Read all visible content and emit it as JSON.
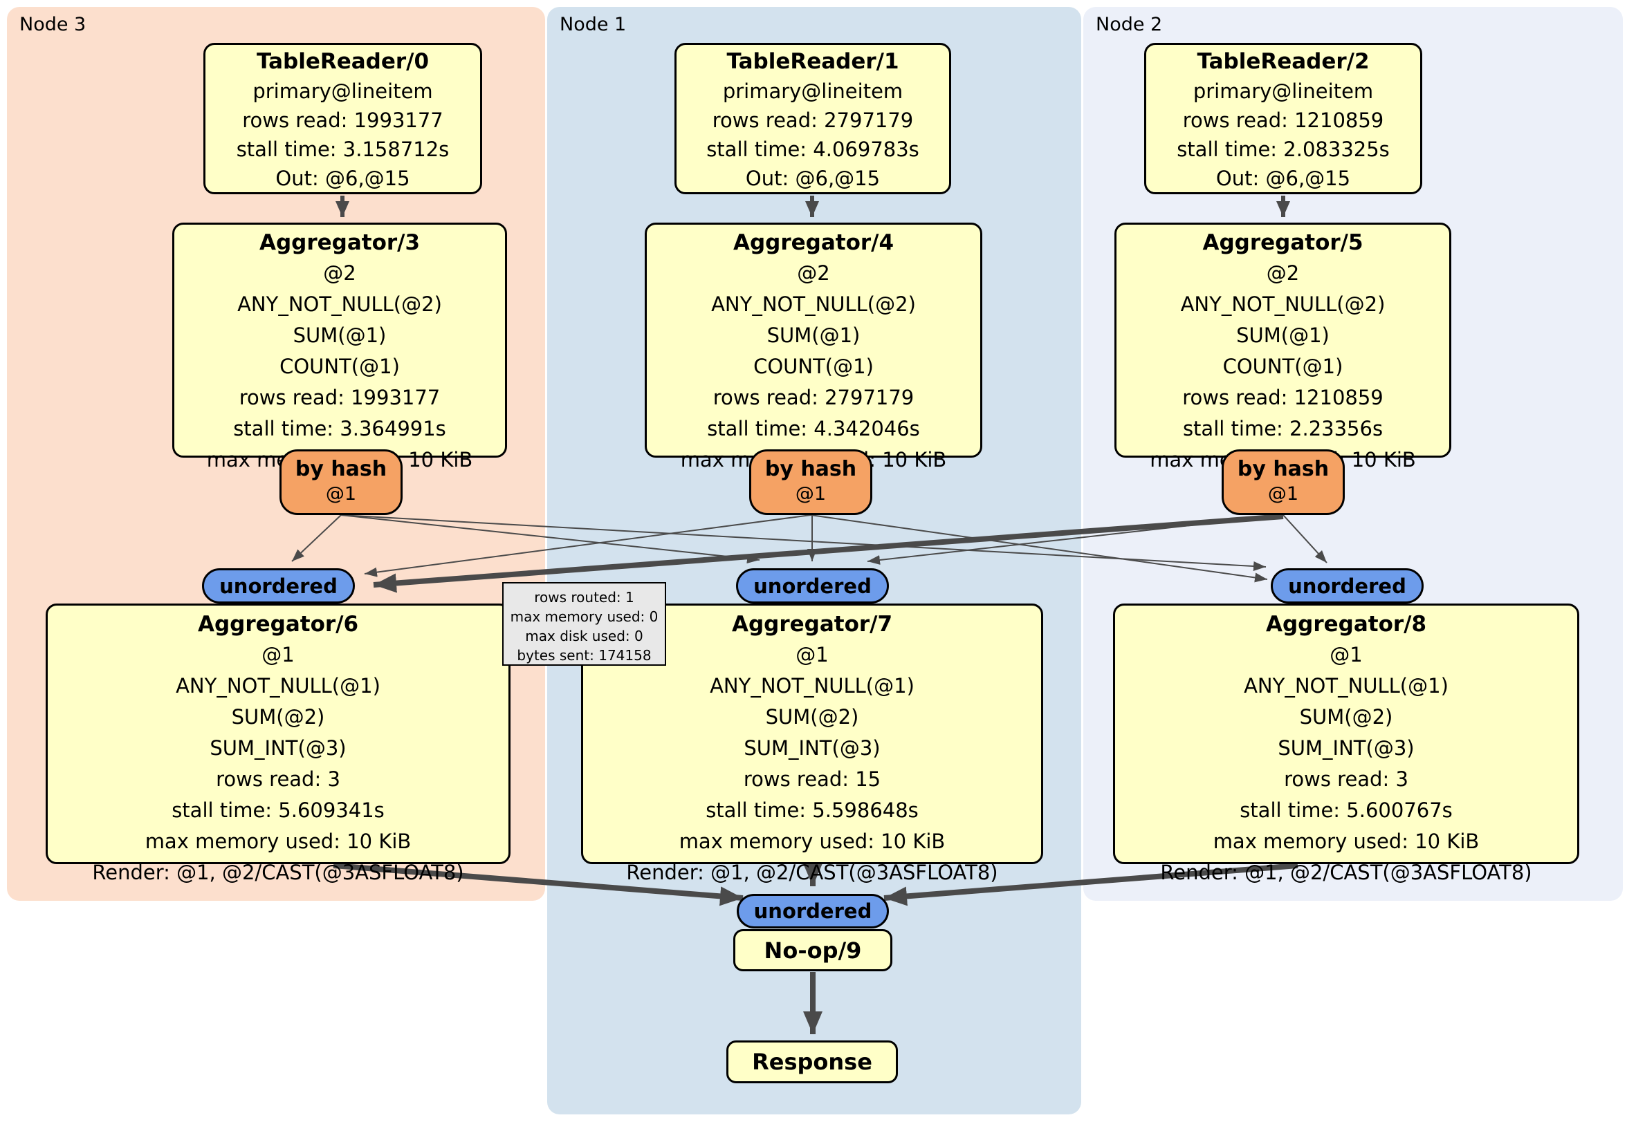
{
  "panels": {
    "node3": {
      "label": "Node 3"
    },
    "node1": {
      "label": "Node 1"
    },
    "node2": {
      "label": "Node 2"
    }
  },
  "colors": {
    "node3_bg": "#fcdfcd",
    "node1_bg": "#d3e2ee",
    "node2_bg": "#ecf0f9",
    "box_bg": "#ffffc8",
    "router_bg": "#f5a264",
    "sync_bg": "#6d9ceb",
    "edge": "#4a4a4a",
    "tooltip_bg": "#e8e8e8"
  },
  "boxes": {
    "tr0": {
      "title": "TableReader/0",
      "lines": [
        "primary@lineitem",
        "rows read: 1993177",
        "stall time: 3.158712s",
        "Out: @6,@15"
      ]
    },
    "tr1": {
      "title": "TableReader/1",
      "lines": [
        "primary@lineitem",
        "rows read: 2797179",
        "stall time: 4.069783s",
        "Out: @6,@15"
      ]
    },
    "tr2": {
      "title": "TableReader/2",
      "lines": [
        "primary@lineitem",
        "rows read: 1210859",
        "stall time: 2.083325s",
        "Out: @6,@15"
      ]
    },
    "agg3": {
      "title": "Aggregator/3",
      "lines": [
        "@2",
        "ANY_NOT_NULL(@2)",
        "SUM(@1)",
        "COUNT(@1)",
        "rows read: 1993177",
        "stall time: 3.364991s",
        "max memory used: 10 KiB"
      ]
    },
    "agg4": {
      "title": "Aggregator/4",
      "lines": [
        "@2",
        "ANY_NOT_NULL(@2)",
        "SUM(@1)",
        "COUNT(@1)",
        "rows read: 2797179",
        "stall time: 4.342046s",
        "max memory used: 10 KiB"
      ]
    },
    "agg5": {
      "title": "Aggregator/5",
      "lines": [
        "@2",
        "ANY_NOT_NULL(@2)",
        "SUM(@1)",
        "COUNT(@1)",
        "rows read: 1210859",
        "stall time: 2.23356s",
        "max memory used: 10 KiB"
      ]
    },
    "agg6": {
      "title": "Aggregator/6",
      "lines": [
        "@1",
        "ANY_NOT_NULL(@1)",
        "SUM(@2)",
        "SUM_INT(@3)",
        "rows read: 3",
        "stall time: 5.609341s",
        "max memory used: 10 KiB",
        "Render: @1, @2/CAST(@3ASFLOAT8)"
      ]
    },
    "agg7": {
      "title": "Aggregator/7",
      "lines": [
        "@1",
        "ANY_NOT_NULL(@1)",
        "SUM(@2)",
        "SUM_INT(@3)",
        "rows read: 15",
        "stall time: 5.598648s",
        "max memory used: 10 KiB",
        "Render: @1, @2/CAST(@3ASFLOAT8)"
      ]
    },
    "agg8": {
      "title": "Aggregator/8",
      "lines": [
        "@1",
        "ANY_NOT_NULL(@1)",
        "SUM(@2)",
        "SUM_INT(@3)",
        "rows read: 3",
        "stall time: 5.600767s",
        "max memory used: 10 KiB",
        "Render: @1, @2/CAST(@3ASFLOAT8)"
      ]
    },
    "noop": {
      "title": "No-op/9"
    },
    "response": {
      "title": "Response"
    }
  },
  "routers": {
    "left": {
      "label": "by hash",
      "detail": "@1"
    },
    "mid": {
      "label": "by hash",
      "detail": "@1"
    },
    "right": {
      "label": "by hash",
      "detail": "@1"
    }
  },
  "syncs": {
    "left": {
      "label": "unordered"
    },
    "mid": {
      "label": "unordered"
    },
    "right": {
      "label": "unordered"
    },
    "final": {
      "label": "unordered"
    }
  },
  "tooltip": {
    "lines": [
      "rows routed: 1",
      "max memory used: 0",
      "max disk used: 0",
      "bytes sent: 174158"
    ]
  }
}
